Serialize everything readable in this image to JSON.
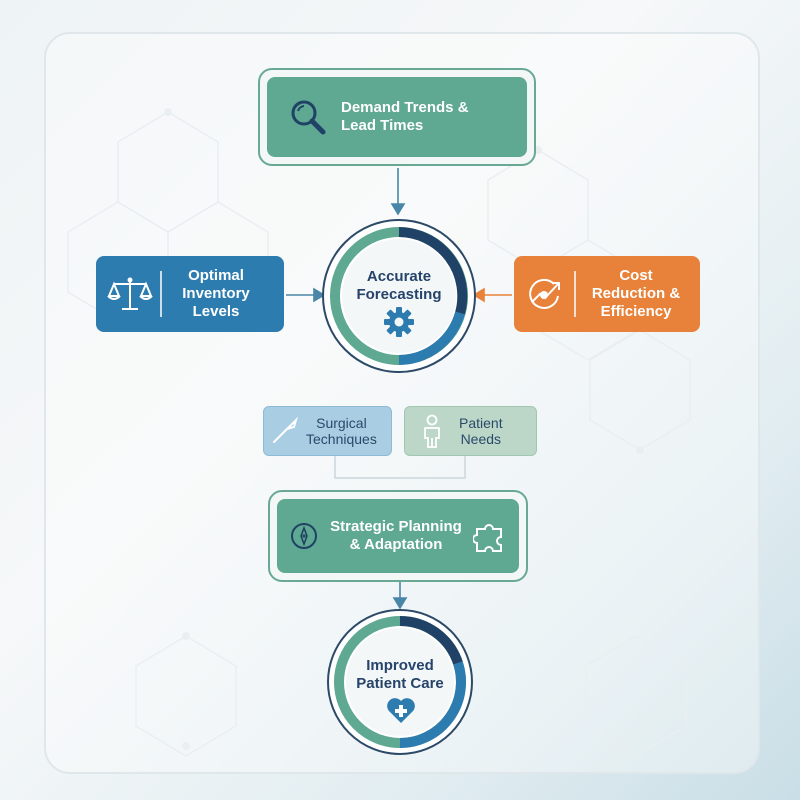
{
  "colors": {
    "teal": "#5fa891",
    "blue": "#2d7cb0",
    "orange": "#e8823a",
    "navy": "#1f4266",
    "text_dark": "#26436a"
  },
  "nodes": {
    "demand": {
      "label_line1": "Demand Trends &",
      "label_line2": "Lead Times",
      "icon": "magnifier-icon"
    },
    "inventory": {
      "label_line1": "Optimal",
      "label_line2": "Inventory",
      "label_line3": "Levels",
      "icon": "scale-icon"
    },
    "cost": {
      "label_line1": "Cost",
      "label_line2": "Reduction &",
      "label_line3": "Efficiency",
      "icon": "trend-target-icon"
    },
    "forecasting": {
      "label_line1": "Accurate",
      "label_line2": "Forecasting",
      "icon": "gear-icon"
    },
    "surgical": {
      "label_line1": "Surgical",
      "label_line2": "Techniques",
      "icon": "scalpel-icon"
    },
    "patient_needs": {
      "label_line1": "Patient",
      "label_line2": "Needs",
      "icon": "person-icon"
    },
    "strategic": {
      "label_line1": "Strategic Planning",
      "label_line2": "& Adaptation",
      "icon_left": "compass-icon",
      "icon_right": "puzzle-icon"
    },
    "care": {
      "label_line1": "Improved",
      "label_line2": "Patient Care",
      "icon": "heart-plus-icon"
    }
  }
}
